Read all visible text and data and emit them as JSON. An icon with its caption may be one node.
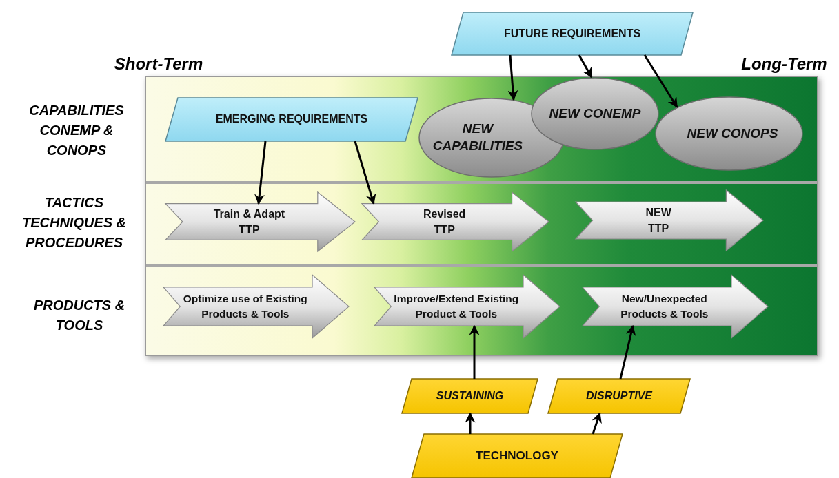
{
  "diagram": {
    "nodes": [
      {
        "text": [
          "FUTURE REQUIREMENTS"
        ]
      },
      {
        "text": [
          "EMERGING REQUIREMENTS"
        ]
      },
      {
        "text": [
          "NEW CAPABILITIES"
        ]
      },
      {
        "text": [
          "NEW CONEMP"
        ]
      },
      {
        "text": [
          "NEW CONOPS"
        ]
      },
      {
        "text": [
          "Train & Adapt TTP"
        ]
      },
      {
        "text": [
          "Revised TTP"
        ]
      },
      {
        "text": [
          "NEW TTP"
        ]
      },
      {
        "text": [
          "Optimize use of Existing Products & Tools"
        ]
      },
      {
        "text": [
          "Improve/Extend Existing Product & Tools"
        ]
      },
      {
        "text": [
          "New/Unexpected Products & Tools"
        ]
      },
      {
        "text": [
          "SUSTAINING"
        ]
      },
      {
        "text": [
          "DISRUPTIVE"
        ]
      },
      {
        "text": [
          "TECHNOLOGY"
        ]
      }
    ],
    "edges": [
      {
        "from": 0,
        "to": 2,
        "arrow": "to"
      },
      {
        "from": 0,
        "to": 3,
        "arrow": "to"
      },
      {
        "from": 0,
        "to": 4,
        "arrow": "to"
      },
      {
        "from": 1,
        "to": 5,
        "arrow": "to"
      },
      {
        "from": 1,
        "to": 6,
        "arrow": "to"
      },
      {
        "from": 13,
        "to": 11,
        "arrow": "to"
      },
      {
        "from": 13,
        "to": 12,
        "arrow": "to"
      },
      {
        "from": 11,
        "to": 9,
        "arrow": "to"
      },
      {
        "from": 12,
        "to": 10,
        "arrow": "to"
      }
    ],
    "labels": [
      "Short-Term",
      "Long-Term",
      "CAPABILITIES CONEMP & CONOPS",
      "TACTICS TECHNIQUES & PROCEDURES",
      "PRODUCTS & TOOLS"
    ]
  }
}
